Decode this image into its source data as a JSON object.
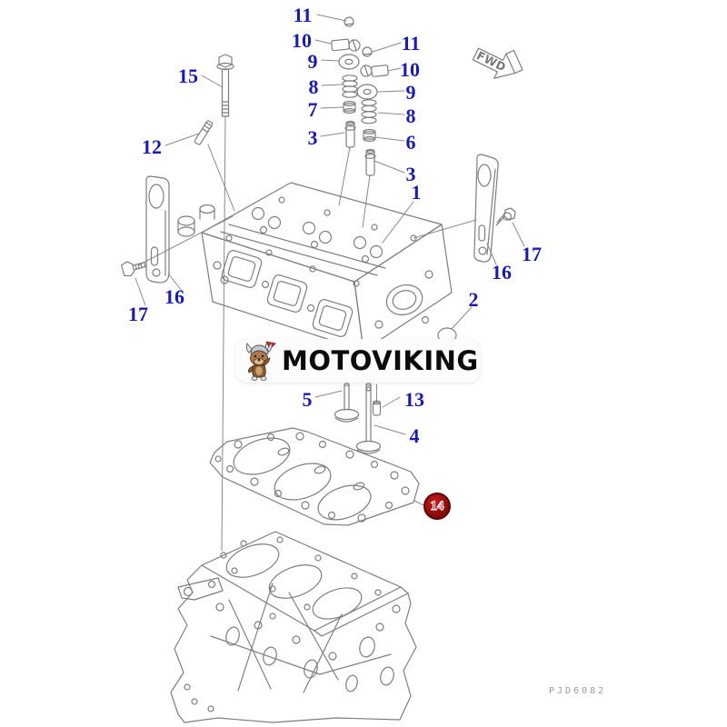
{
  "page": {
    "background": "#ffffff"
  },
  "logo": {
    "text": "MOTOVIKING",
    "icon": "viking-dog-mascot",
    "band_color": "#fcfcfc",
    "text_color": "#0c0c0c"
  },
  "diagram": {
    "type": "exploded-parts-diagram",
    "subject": "engine cylinder head assembly",
    "line_color": "#7e7e7e",
    "callout_color": "#1a1aad",
    "fwd_label": "FWD",
    "code": "PJD6082",
    "badge": {
      "label": "14",
      "bg": "#8f0f0f",
      "text_color": "#e82020"
    },
    "callouts": [
      {
        "label": "11"
      },
      {
        "label": "10"
      },
      {
        "label": "9"
      },
      {
        "label": "8"
      },
      {
        "label": "7"
      },
      {
        "label": "3"
      },
      {
        "label": "11"
      },
      {
        "label": "10"
      },
      {
        "label": "9"
      },
      {
        "label": "8"
      },
      {
        "label": "6"
      },
      {
        "label": "3"
      },
      {
        "label": "15"
      },
      {
        "label": "12"
      },
      {
        "label": "1"
      },
      {
        "label": "16"
      },
      {
        "label": "17"
      },
      {
        "label": "16"
      },
      {
        "label": "17"
      },
      {
        "label": "2"
      },
      {
        "label": "5"
      },
      {
        "label": "13"
      },
      {
        "label": "4"
      }
    ]
  }
}
